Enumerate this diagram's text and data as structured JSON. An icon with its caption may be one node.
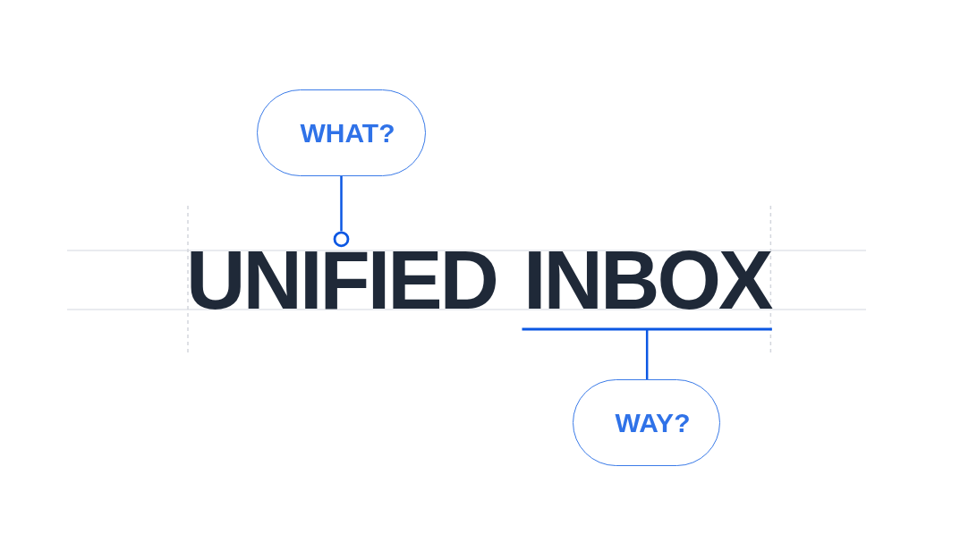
{
  "diagram": {
    "nodes": [
      {
        "text": [
          "WHAT?"
        ]
      },
      {
        "text": [
          "UNIFIED"
        ]
      },
      {
        "text": [
          "INBOX"
        ]
      },
      {
        "text": [
          "WAY?"
        ]
      }
    ],
    "edges": [
      {
        "from": 0,
        "to": 1,
        "arrow": "other"
      },
      {
        "from": 3,
        "to": 2,
        "arrow": "other"
      }
    ]
  }
}
